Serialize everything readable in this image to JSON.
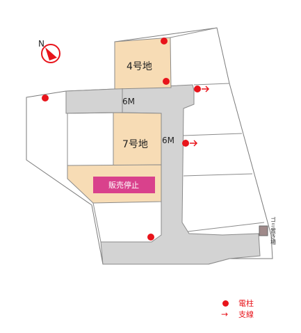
{
  "lots": {
    "lot4": "4号地",
    "lot7": "7号地",
    "stopped": "販売停止"
  },
  "roads": {
    "main": "6M",
    "branch": "6M"
  },
  "garbage_area": "ゴミ置き場",
  "legend": {
    "pole": "電柱",
    "guy_wire": "支線"
  },
  "compass": "N",
  "colors": {
    "lot_fill": "#f7dcb5",
    "road_fill": "#d3d3d3",
    "stopped_tag": "#d9418c",
    "pole": "#e8141b",
    "compass": "#e8141b"
  }
}
